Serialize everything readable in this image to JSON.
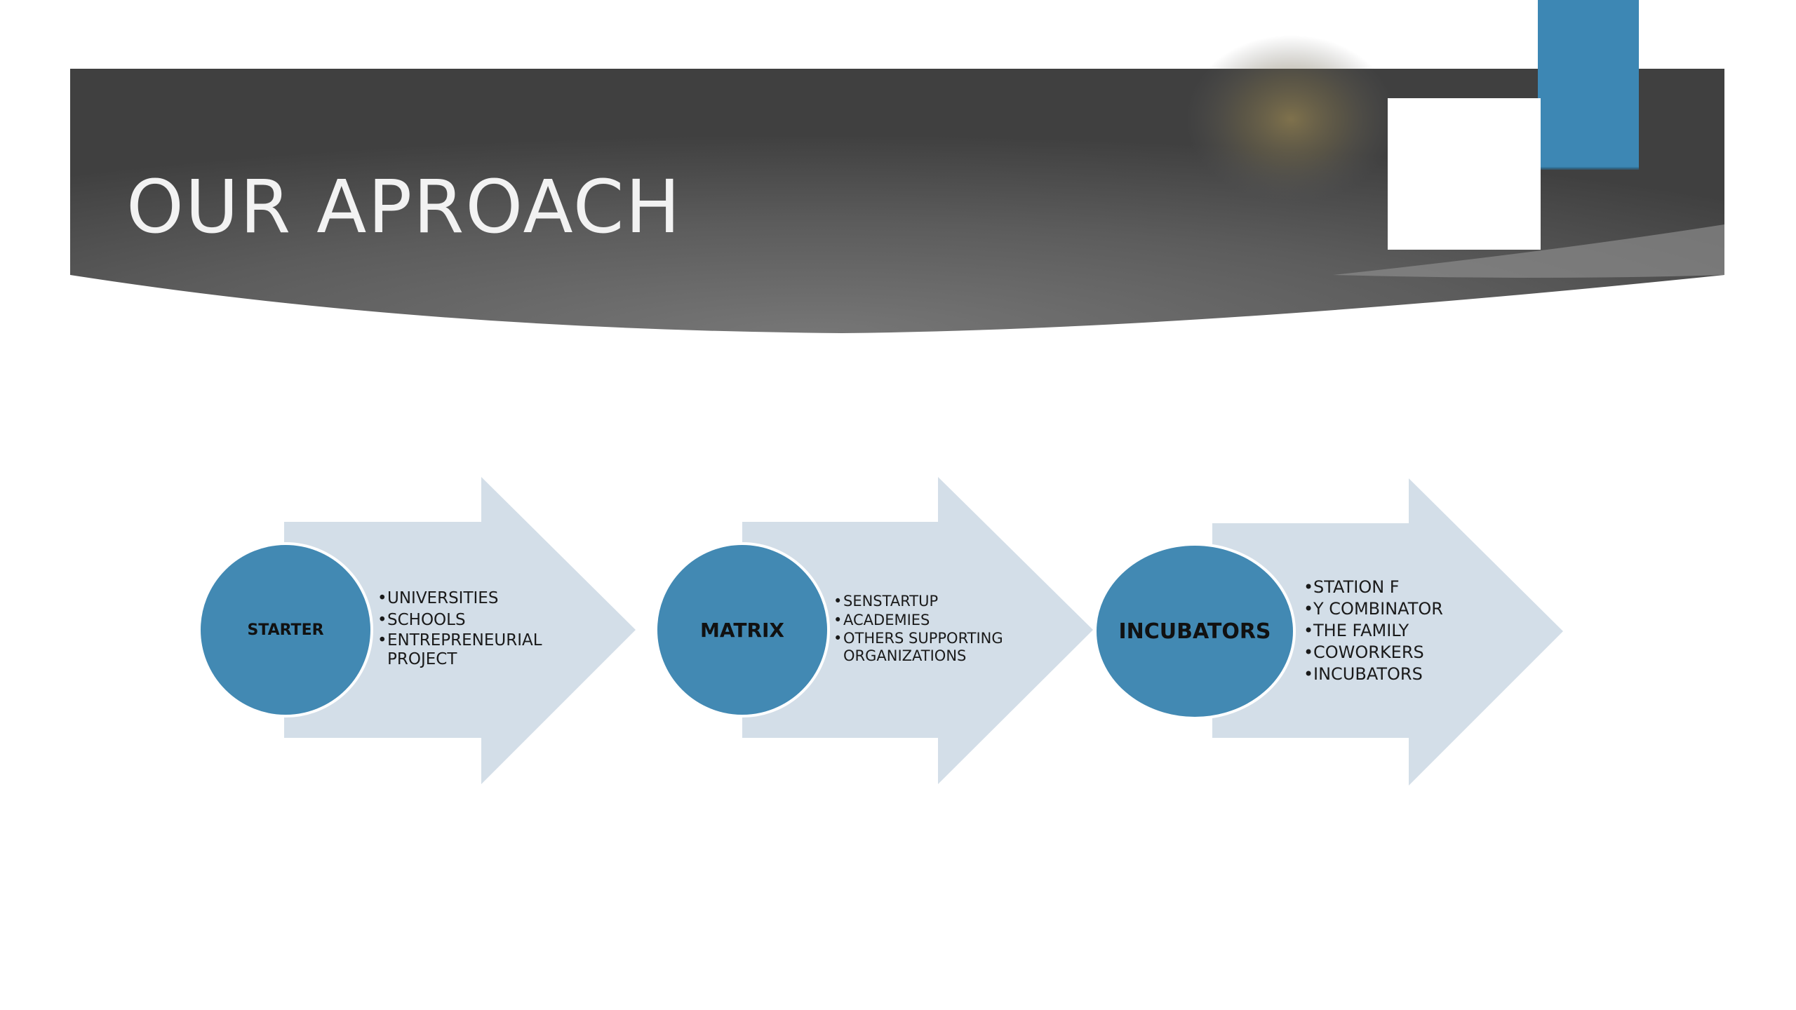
{
  "slide": {
    "title": "OUR APROACH",
    "colors": {
      "banner_dark": "#454545",
      "banner_mid": "#6e6e6e",
      "accent_blue": "#3d87b4",
      "circle_blue": "#4289b3",
      "arrow_fill": "#d3dee8"
    },
    "stages": [
      {
        "label": "STARTER",
        "items": [
          "UNIVERSITIES",
          "SCHOOLS",
          "ENTREPRENEURIAL\nPROJECT"
        ]
      },
      {
        "label": "MATRIX",
        "items": [
          "SENSTARTUP",
          "ACADEMIES",
          "OTHERS SUPPORTING\nORGANIZATIONS"
        ]
      },
      {
        "label": "INCUBATORS",
        "items": [
          "STATION F",
          "Y COMBINATOR",
          "THE FAMILY",
          "COWORKERS",
          "INCUBATORS"
        ]
      }
    ]
  }
}
